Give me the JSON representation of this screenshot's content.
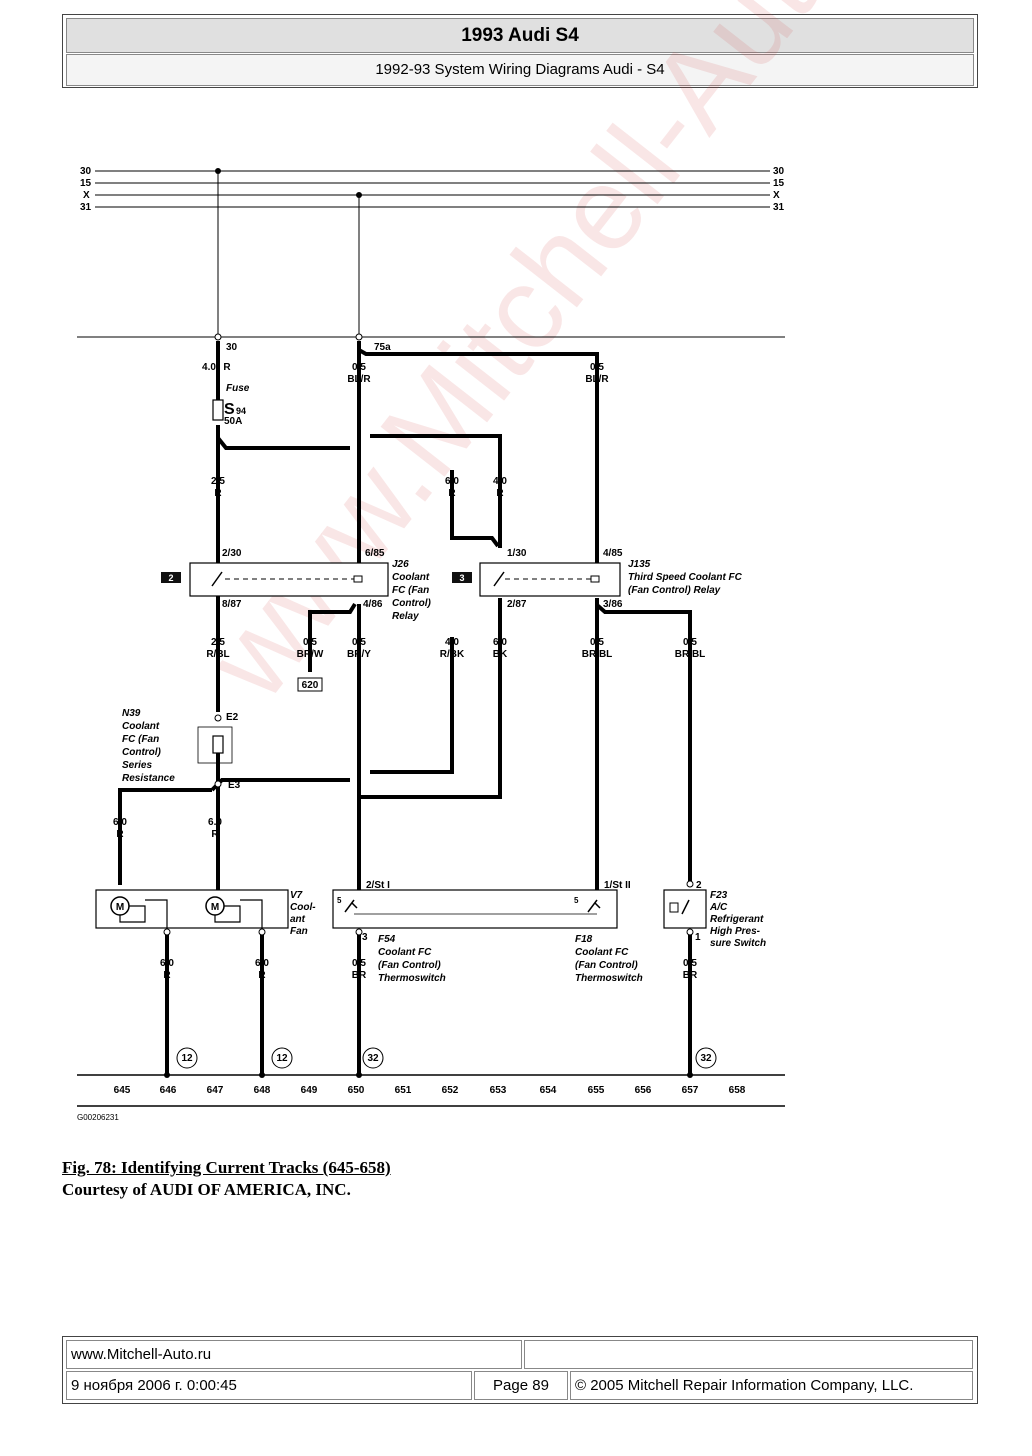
{
  "header": {
    "title": "1993 Audi S4",
    "subtitle": "1992-93 System Wiring Diagrams Audi - S4"
  },
  "watermark": "www.Mitchell-Auto.ru",
  "diagram": {
    "bus_left": [
      "30",
      "15",
      "X",
      "31"
    ],
    "bus_right": [
      "30",
      "15",
      "X",
      "31"
    ],
    "terminals": {
      "t30": "30",
      "t75a": "75a",
      "j26_in1": "2/30",
      "j26_in2": "6/85",
      "j26_out1": "8/87",
      "j26_out2": "4/86",
      "j135_in1": "1/30",
      "j135_in2": "4/85",
      "j135_out1": "2/87",
      "j135_out2": "3/86",
      "e2": "E2",
      "e3": "E3",
      "f54_in": "2/St I",
      "f54_out": "3",
      "f18_in": "1/St II",
      "f23_in": "2",
      "f23_out": "1",
      "f54_num": "5",
      "f18_num": "5"
    },
    "wires": {
      "w40r_size": "4.0",
      "w40r_color": "R",
      "w05blr_size": "0.5",
      "w05blr_color": "BL/R",
      "w05blr2_size": "0.5",
      "w05blr2_color": "BL/R",
      "w25r_size": "2.5",
      "w25r_color": "R",
      "w60r_size": "6.0",
      "w60r_color": "R",
      "w40r2_size": "4.0",
      "w40r2_color": "R",
      "w25rbl_size": "2.5",
      "w25rbl_color": "R/BL",
      "w05brw_size": "0.5",
      "w05brw_color": "BR/W",
      "w05bry_size": "0.5",
      "w05bry_color": "BR/Y",
      "w40rbk_size": "4.0",
      "w40rbk_color": "R/BK",
      "w60bk_size": "6.0",
      "w60bk_color": "BK",
      "w05brbl_size": "0.5",
      "w05brbl_color": "BR/BL",
      "w05brbl2_size": "0.5",
      "w05brbl2_color": "BR/BL",
      "w60r3_size": "6.0",
      "w60r3_color": "R",
      "w60r4_size": "6.0",
      "w60r4_color": "R",
      "w60r5_size": "6.0",
      "w60r5_color": "R",
      "w60r6_size": "6.0",
      "w60r6_color": "R",
      "w05br_size": "0.5",
      "w05br_color": "BR",
      "w05br2_size": "0.5",
      "w05br2_color": "BR"
    },
    "components": {
      "fuse_label": "Fuse",
      "fuse_id": "S",
      "fuse_sub": "94",
      "fuse_rating": "50A",
      "j26": [
        "J26",
        "Coolant",
        "FC (Fan",
        "Control)",
        "Relay"
      ],
      "j135": [
        "J135",
        "Third Speed Coolant FC",
        "(Fan Control) Relay"
      ],
      "n39": [
        "N39",
        "Coolant",
        "FC (Fan",
        "Control)",
        "Series",
        "Resistance"
      ],
      "v7": [
        "V7",
        "Cool-",
        "ant",
        "Fan"
      ],
      "f54": [
        "F54",
        "Coolant FC",
        "(Fan Control)",
        "Thermoswitch"
      ],
      "f18": [
        "F18",
        "Coolant FC",
        "(Fan Control)",
        "Thermoswitch"
      ],
      "f23": [
        "F23",
        "A/C",
        "Refrigerant",
        "High Pres-",
        "sure Switch"
      ],
      "motor": "M",
      "ref_620": "620",
      "box2": "2",
      "box3": "3"
    },
    "ground_refs": [
      "12",
      "12",
      "32",
      "32"
    ],
    "tracks": [
      "645",
      "646",
      "647",
      "648",
      "649",
      "650",
      "651",
      "652",
      "653",
      "654",
      "655",
      "656",
      "657",
      "658"
    ],
    "figure_id": "G00206231"
  },
  "caption": {
    "title": "Fig. 78: Identifying Current Tracks (645-658)",
    "courtesy": "Courtesy of AUDI OF AMERICA, INC."
  },
  "footer": {
    "website": "www.Mitchell-Auto.ru",
    "datetime": "9 ноября 2006 г. 0:00:45",
    "page": "Page 89",
    "copyright": "© 2005 Mitchell Repair Information Company, LLC."
  }
}
